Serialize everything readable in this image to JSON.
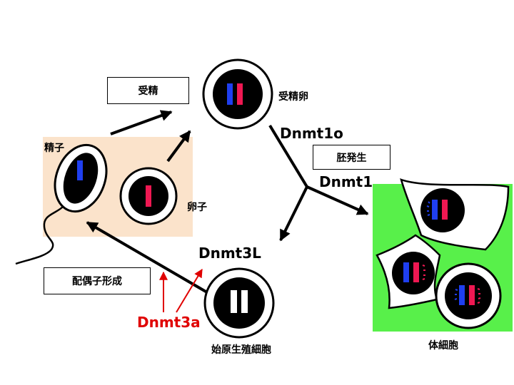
{
  "colors": {
    "gamete_background": "#fbe3cb",
    "somatic_background": "#58f04a",
    "paternal_chromosome": "#1f3ff0",
    "maternal_chromosome": "#ef1852",
    "highlight_red": "#e00000"
  },
  "labels": {
    "fertilization": "受精",
    "zygote": "受精卵",
    "sperm": "精子",
    "egg": "卵子",
    "embryogenesis": "胚発生",
    "gametogenesis": "配偶子形成",
    "primordial_germ_cell": "始原生殖細胞",
    "somatic_cells": "体細胞"
  },
  "enzymes": {
    "dnmt1o": "Dnmt1o",
    "dnmt1": "Dnmt1",
    "dnmt3l": "Dnmt3L",
    "dnmt3a": "Dnmt3a"
  }
}
